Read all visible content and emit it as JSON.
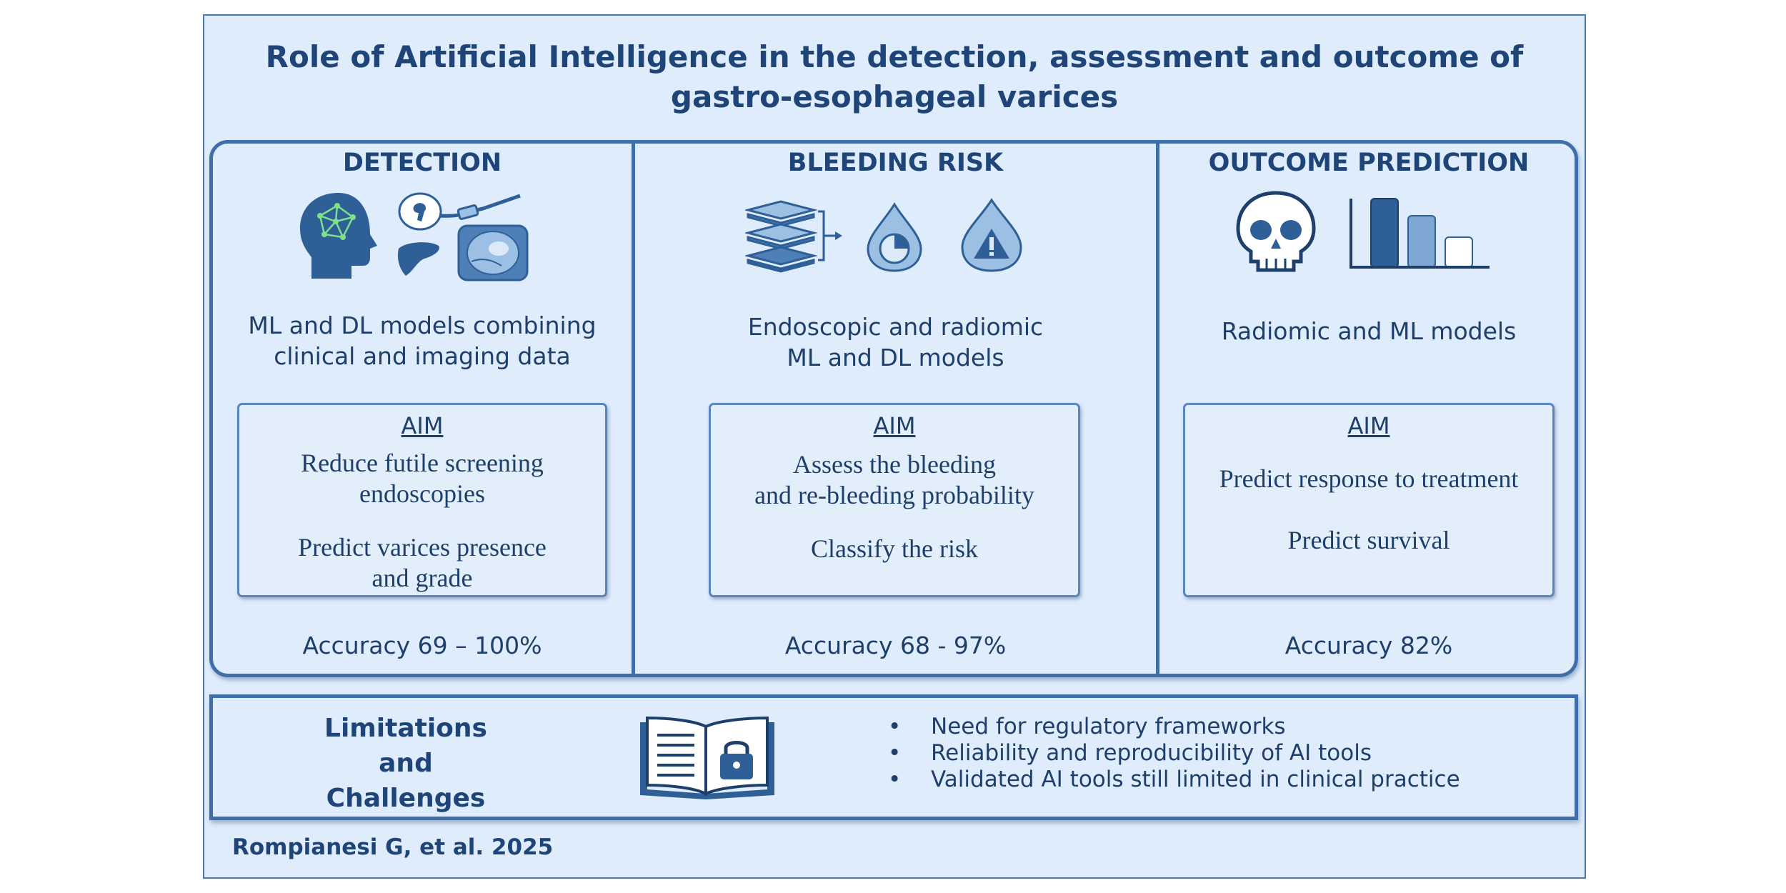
{
  "title": {
    "line1": "Role of Artificial Intelligence in the detection, assessment and outcome of",
    "line2": "gastro-esophageal varices"
  },
  "columns": [
    {
      "heading": "DETECTION",
      "description": [
        "ML and DL models combining",
        "clinical and imaging data"
      ],
      "aim_label": "AIM",
      "aims": [
        [
          "Reduce futile screening",
          "endoscopies"
        ],
        [
          "Predict varices presence",
          "and grade"
        ]
      ],
      "accuracy": "Accuracy 69 – 100%",
      "icons": [
        "brain-network-head-icon",
        "endoscope-icon",
        "liver-icon",
        "ultrasound-scan-icon"
      ]
    },
    {
      "heading": "BLEEDING RISK",
      "description": [
        "Endoscopic and radiomic",
        "ML and DL models"
      ],
      "aim_label": "AIM",
      "aims": [
        [
          "Assess the bleeding",
          "and re-bleeding probability"
        ],
        [
          "Classify the risk"
        ]
      ],
      "accuracy": "Accuracy 68 - 97%",
      "icons": [
        "stacked-layers-icon",
        "blood-drop-chart-icon",
        "blood-drop-warning-icon"
      ]
    },
    {
      "heading": "OUTCOME PREDICTION",
      "description": [
        "Radiomic and ML models"
      ],
      "aim_label": "AIM",
      "aims": [
        [
          "Predict response to treatment"
        ],
        [
          "Predict survival"
        ]
      ],
      "accuracy": "Accuracy 82%",
      "icons": [
        "skull-icon",
        "bar-chart-icon"
      ]
    }
  ],
  "limitations": {
    "title": [
      "Limitations",
      "and",
      "Challenges"
    ],
    "bullet_symbol": "•",
    "items": [
      "Need for regulatory frameworks",
      "Reliability and reproducibility of AI tools",
      "Validated AI tools still limited in clinical practice"
    ],
    "icon": "locked-book-icon"
  },
  "citation": "Rompianesi G, et al. 2025",
  "colors": {
    "background": "#deecfb",
    "border": "#3f6fa9",
    "heading": "#1f4578",
    "icon_dark": "#2e5f97",
    "icon_light": "#9cc0e4"
  }
}
